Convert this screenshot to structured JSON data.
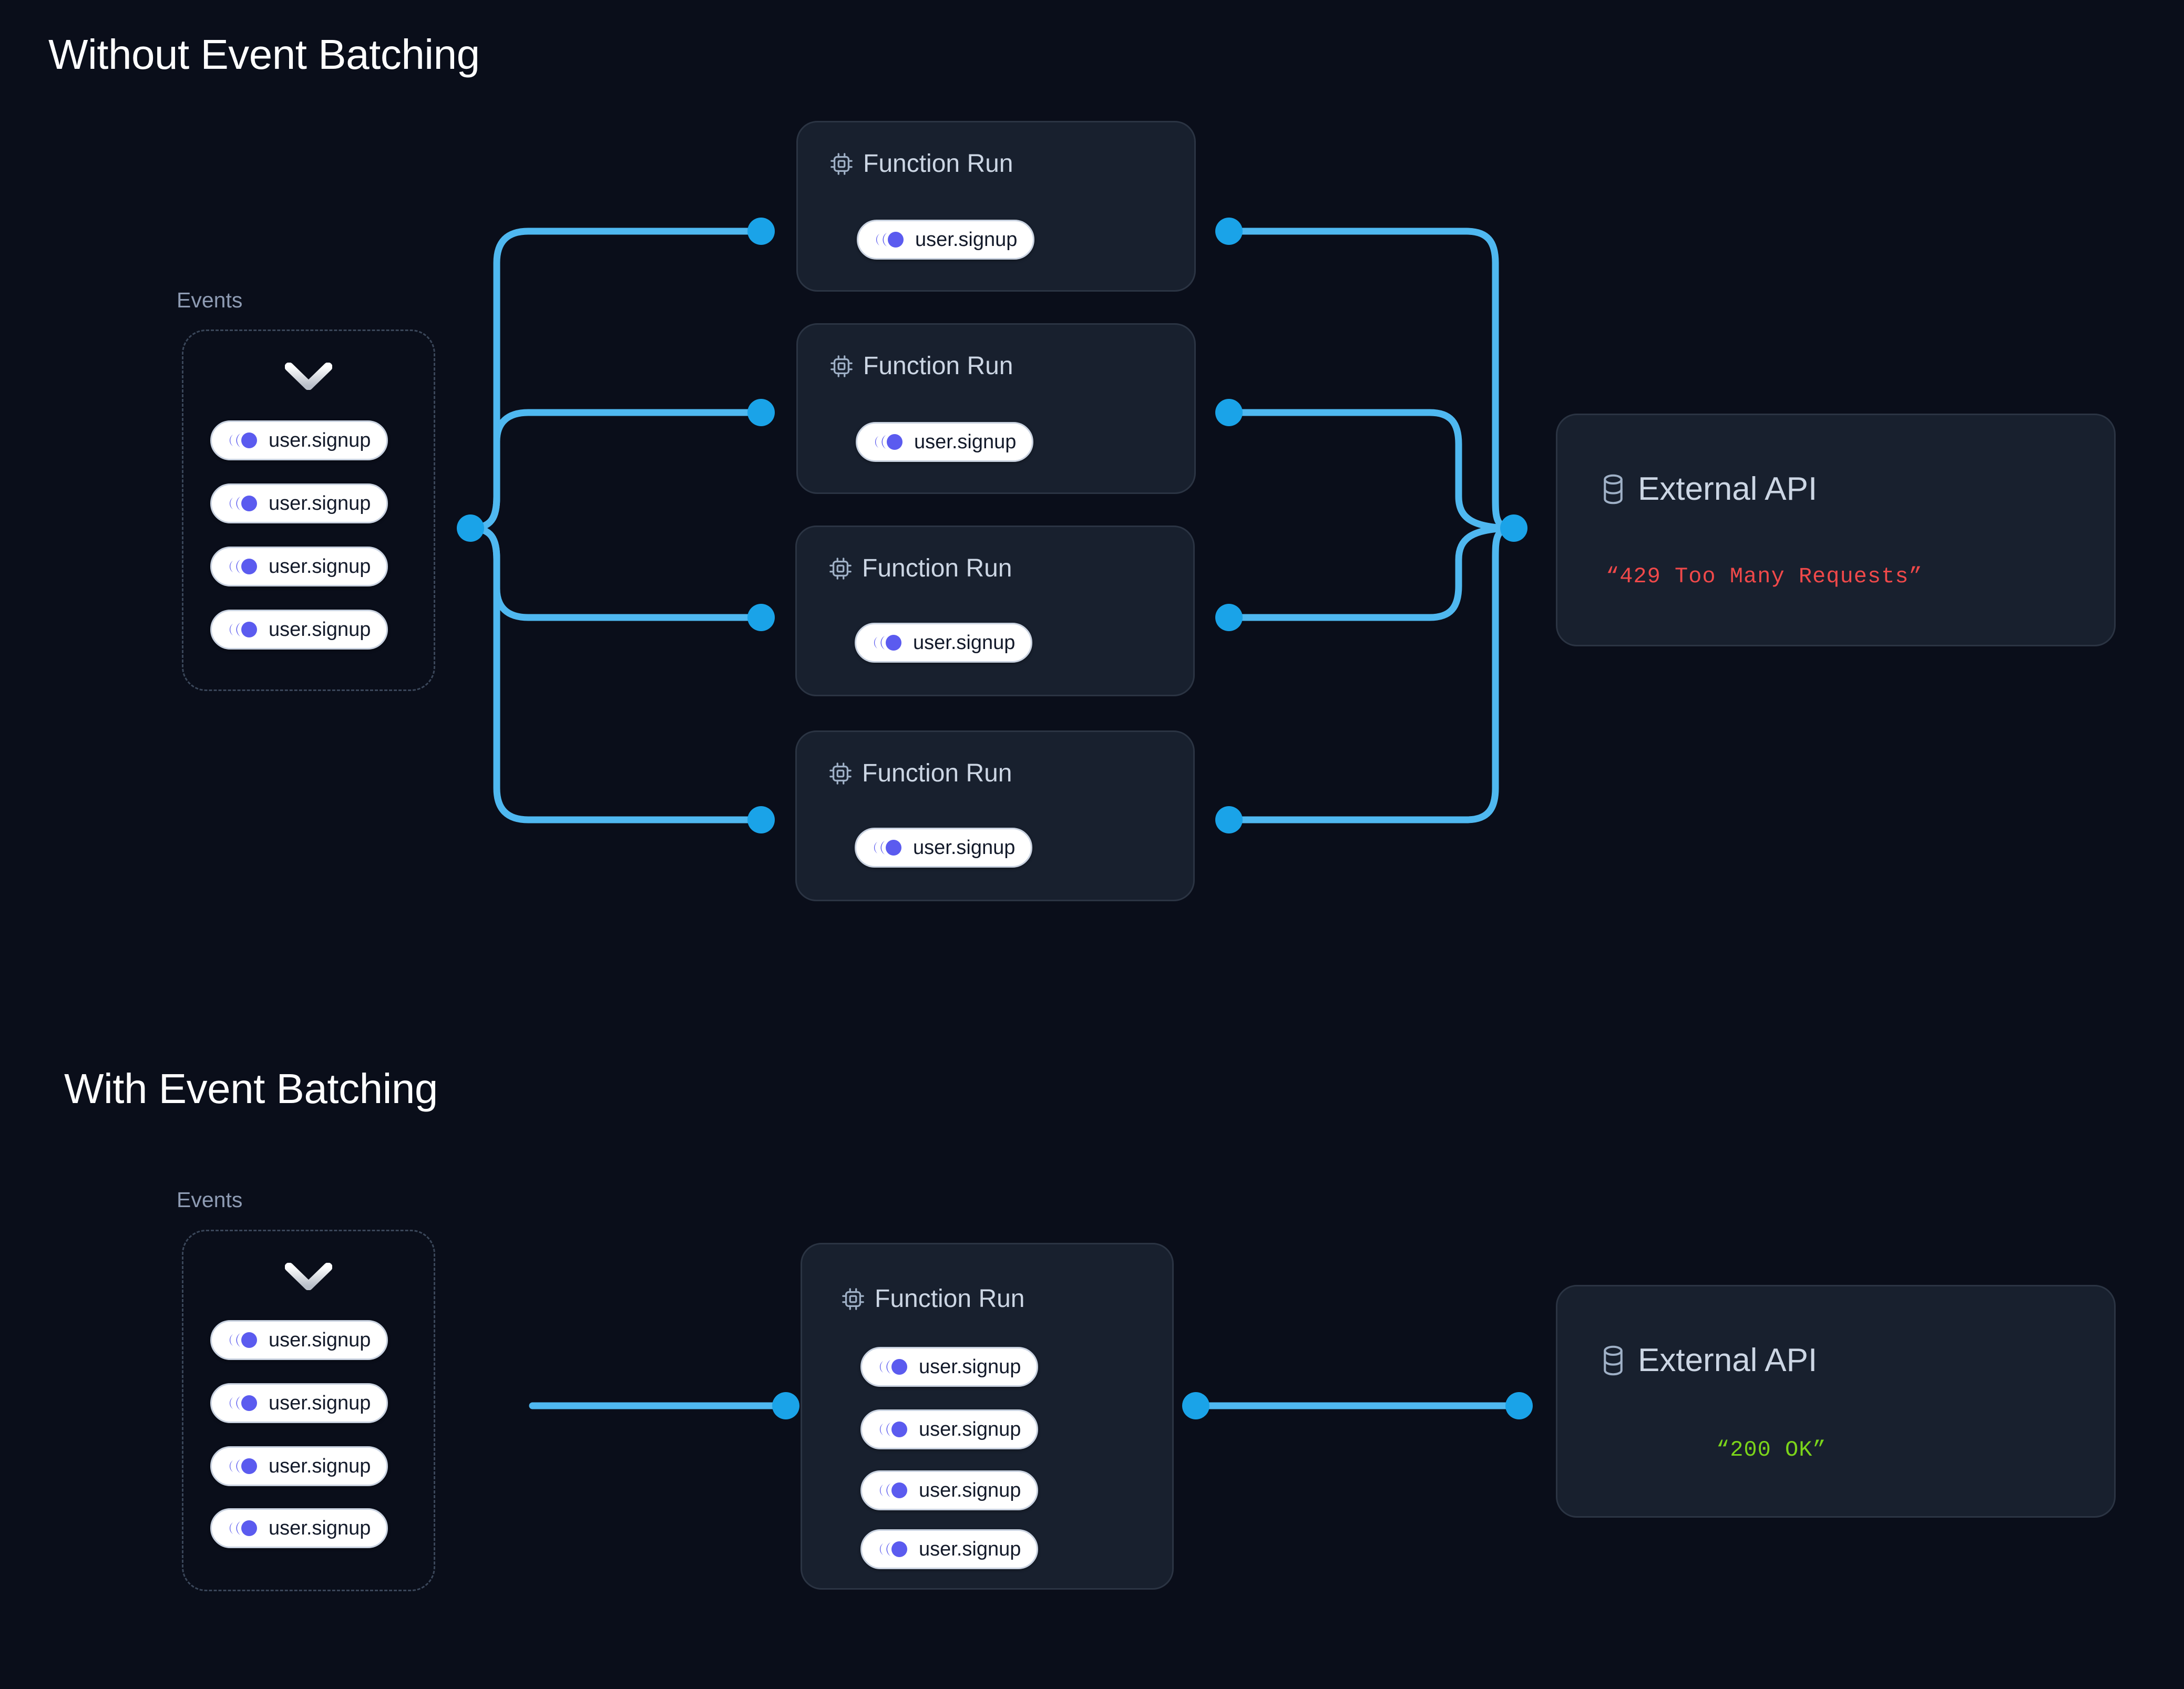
{
  "page": {
    "background": "#0a0e1a",
    "accent_line": "#4fb8f0",
    "accent_node": "#1aa3e8",
    "card_bg": "#18202e",
    "card_border": "#2b3443",
    "event_icon_color": "#5b5bef",
    "error_color": "#f0494a",
    "success_color": "#7bd41a",
    "muted_text": "#8e9bb3"
  },
  "sections": [
    {
      "id": "without-batching",
      "title": "Without Event Batching",
      "events": {
        "label": "Events",
        "chevron_icon": "chevron-down-icon",
        "items": [
          {
            "icon": "event-icon",
            "label": "user.signup"
          },
          {
            "icon": "event-icon",
            "label": "user.signup"
          },
          {
            "icon": "event-icon",
            "label": "user.signup"
          },
          {
            "icon": "event-icon",
            "label": "user.signup"
          }
        ]
      },
      "function_runs": [
        {
          "icon": "chip-icon",
          "title": "Function Run",
          "events": [
            {
              "icon": "event-icon",
              "label": "user.signup"
            }
          ]
        },
        {
          "icon": "chip-icon",
          "title": "Function Run",
          "events": [
            {
              "icon": "event-icon",
              "label": "user.signup"
            }
          ]
        },
        {
          "icon": "chip-icon",
          "title": "Function Run",
          "events": [
            {
              "icon": "event-icon",
              "label": "user.signup"
            }
          ]
        },
        {
          "icon": "chip-icon",
          "title": "Function Run",
          "events": [
            {
              "icon": "event-icon",
              "label": "user.signup"
            }
          ]
        }
      ],
      "external_api": {
        "icon": "database-icon",
        "title": "External API",
        "status": "“429 Too Many Requests”",
        "status_kind": "error"
      }
    },
    {
      "id": "with-batching",
      "title": "With Event Batching",
      "events": {
        "label": "Events",
        "chevron_icon": "chevron-down-icon",
        "items": [
          {
            "icon": "event-icon",
            "label": "user.signup"
          },
          {
            "icon": "event-icon",
            "label": "user.signup"
          },
          {
            "icon": "event-icon",
            "label": "user.signup"
          },
          {
            "icon": "event-icon",
            "label": "user.signup"
          }
        ]
      },
      "function_runs": [
        {
          "icon": "chip-icon",
          "title": "Function Run",
          "events": [
            {
              "icon": "event-icon",
              "label": "user.signup"
            },
            {
              "icon": "event-icon",
              "label": "user.signup"
            },
            {
              "icon": "event-icon",
              "label": "user.signup"
            },
            {
              "icon": "event-icon",
              "label": "user.signup"
            }
          ]
        }
      ],
      "external_api": {
        "icon": "database-icon",
        "title": "External API",
        "status": "“200 OK”",
        "status_kind": "success"
      }
    }
  ]
}
